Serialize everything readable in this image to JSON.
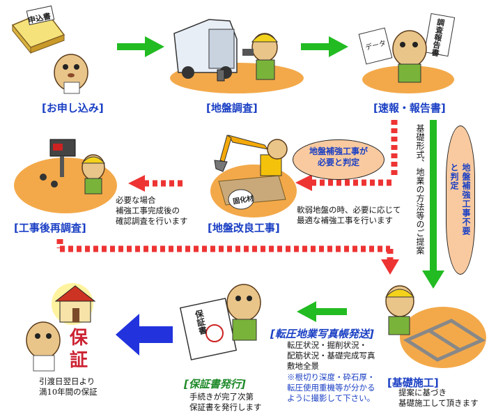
{
  "stages": {
    "apply": {
      "label": "[お申し込み]",
      "doc_text": "申込書"
    },
    "survey": {
      "label": "[地盤調査]"
    },
    "report": {
      "label": "[速報・報告書]",
      "paper1": "データ",
      "paper2": "調査報告書"
    },
    "post_survey": {
      "label": "[工事後再調査]"
    },
    "improvement": {
      "label": "[地盤改良工事]",
      "bag_text": "固化材"
    },
    "foundation": {
      "label": "[基礎施工]"
    },
    "photos": {
      "label": "[転圧地業写真帳発送]"
    },
    "warranty_issue": {
      "label": "[保証書発行]",
      "doc_text": "保証書"
    },
    "warranty": {
      "sign_1": "保",
      "sign_2": "証"
    }
  },
  "notes": {
    "post_survey": "必要な場合\n補強工事完成後の\n確認調査を行います",
    "improvement": "軟弱地盤の時、必要に応じて\n最適な補強工事を行います",
    "report_vertical": "基礎形式、地業の方法等のご提案",
    "foundation": "提案に基づき\n基礎施工して頂きます",
    "photos_black": "転圧状況・掘削状況・\n配筋状況・基礎完成写真\n敷地全景",
    "photos_blue": "※根切り深度・砕石厚・\n転圧使用重機等が分かる\nように撮影して下さい。",
    "warranty_issue": "手続きが完了次第\n保証書を発行します",
    "warranty": "引渡日翌日より\n満10年間の保証"
  },
  "bubbles": {
    "needed": "地盤補強工事が\n必要と判定",
    "not_needed": "地盤補強工事不要と判定"
  },
  "colors": {
    "label_blue": "#1a3fc4",
    "arrow_green": "#22bb22",
    "arrow_red": "#ee3333",
    "arrow_blue": "#2233dd",
    "bubble_fill": "#f9caa0",
    "ground": "#f3a94a"
  }
}
